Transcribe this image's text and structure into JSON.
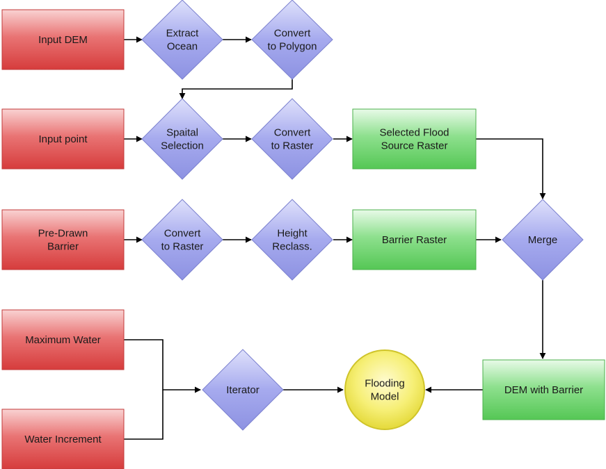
{
  "diagram": {
    "nodes": {
      "input_dem": {
        "lines": [
          "Input DEM"
        ]
      },
      "extract_ocean": {
        "lines": [
          "Extract",
          "Ocean"
        ]
      },
      "convert_polygon": {
        "lines": [
          "Convert",
          "to Polygon"
        ]
      },
      "input_point": {
        "lines": [
          "Input point"
        ]
      },
      "spatial_selection": {
        "lines": [
          "Spaital",
          "Selection"
        ]
      },
      "convert_raster_1": {
        "lines": [
          "Convert",
          "to Raster"
        ]
      },
      "selected_flood": {
        "lines": [
          "Selected Flood",
          "Source Raster"
        ]
      },
      "pre_drawn_barrier": {
        "lines": [
          "Pre-Drawn",
          "Barrier"
        ]
      },
      "convert_raster_2": {
        "lines": [
          "Convert",
          "to Raster"
        ]
      },
      "height_reclass": {
        "lines": [
          "Height",
          "Reclass."
        ]
      },
      "barrier_raster": {
        "lines": [
          "Barrier Raster"
        ]
      },
      "merge": {
        "lines": [
          "Merge"
        ]
      },
      "maximum_water": {
        "lines": [
          "Maximum Water"
        ]
      },
      "water_increment": {
        "lines": [
          "Water Increment"
        ]
      },
      "iterator": {
        "lines": [
          "Iterator"
        ]
      },
      "flooding_model": {
        "lines": [
          "Flooding",
          "Model"
        ]
      },
      "dem_with_barrier": {
        "lines": [
          "DEM with Barrier"
        ]
      }
    },
    "colors": {
      "input_red": "#e05252",
      "process_blue": "#9ea3ea",
      "output_green": "#6cd26c",
      "model_yellow": "#f2ec6a",
      "edge": "#000000"
    }
  }
}
